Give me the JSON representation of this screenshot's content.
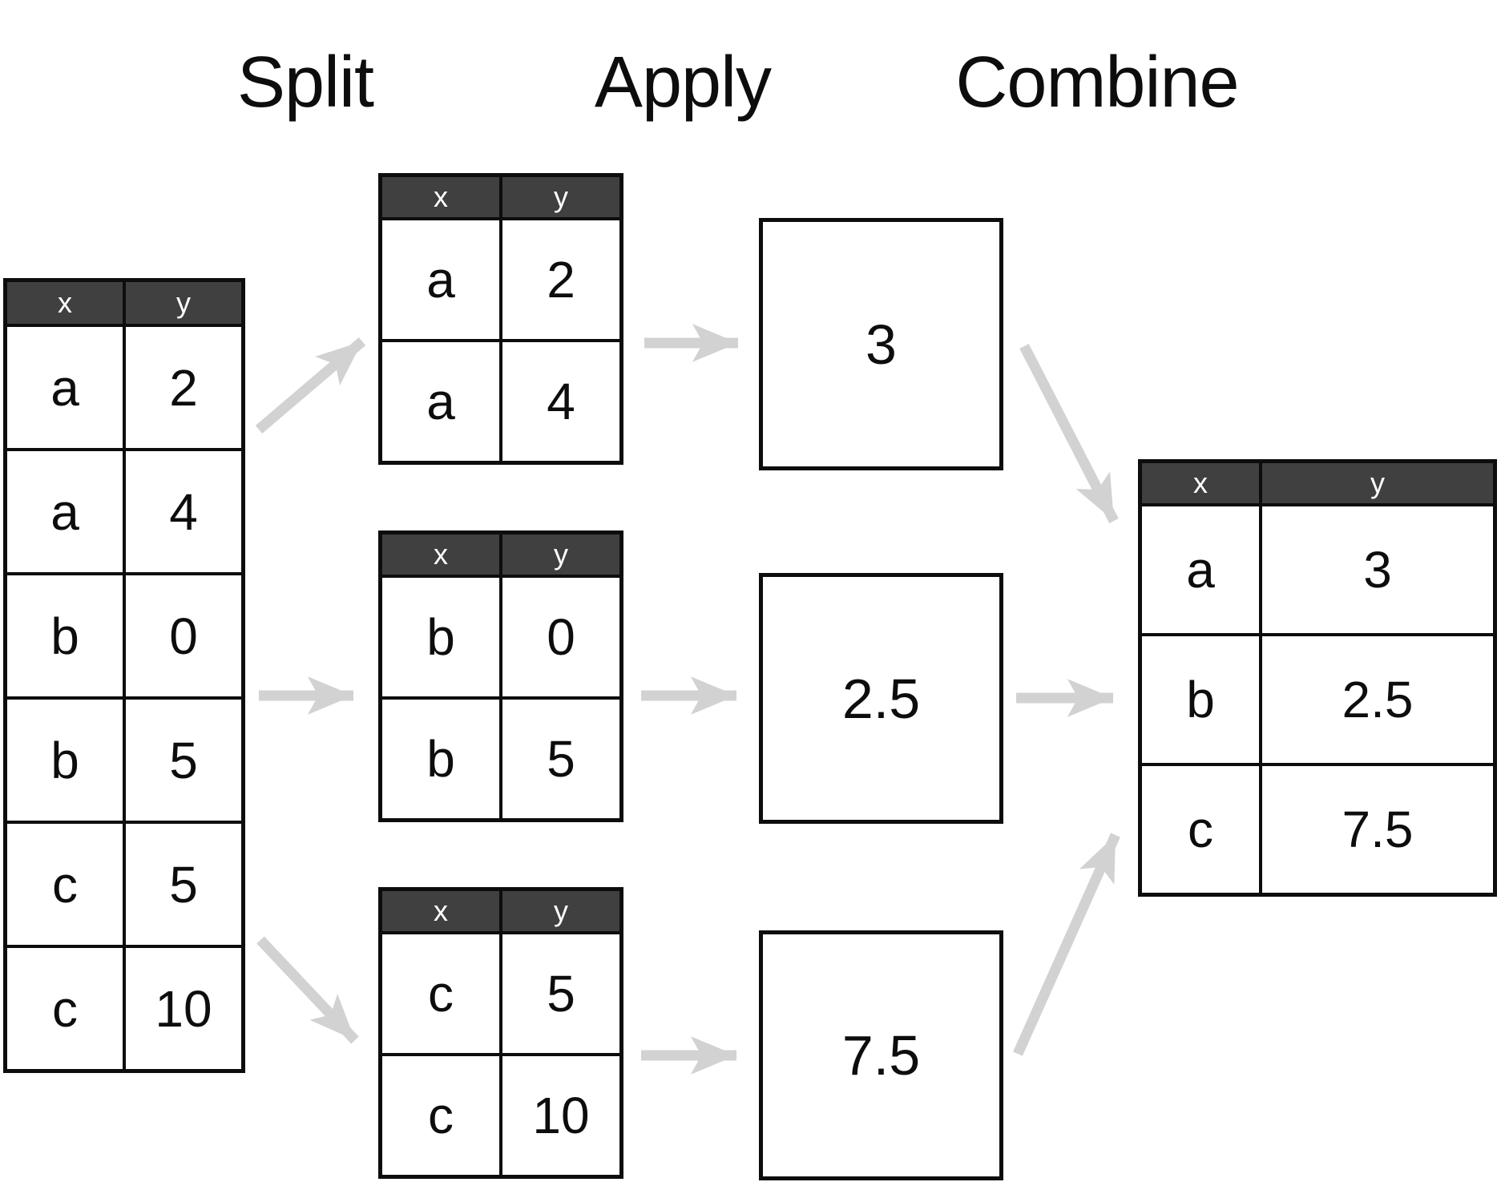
{
  "titles": {
    "split": "Split",
    "apply": "Apply",
    "combine": "Combine"
  },
  "source_table": {
    "headers": [
      "x",
      "y"
    ],
    "rows": [
      [
        "a",
        "2"
      ],
      [
        "a",
        "4"
      ],
      [
        "b",
        "0"
      ],
      [
        "b",
        "5"
      ],
      [
        "c",
        "5"
      ],
      [
        "c",
        "10"
      ]
    ]
  },
  "split_tables": [
    {
      "headers": [
        "x",
        "y"
      ],
      "rows": [
        [
          "a",
          "2"
        ],
        [
          "a",
          "4"
        ]
      ]
    },
    {
      "headers": [
        "x",
        "y"
      ],
      "rows": [
        [
          "b",
          "0"
        ],
        [
          "b",
          "5"
        ]
      ]
    },
    {
      "headers": [
        "x",
        "y"
      ],
      "rows": [
        [
          "c",
          "5"
        ],
        [
          "c",
          "10"
        ]
      ]
    }
  ],
  "apply_boxes": [
    {
      "value": "3"
    },
    {
      "value": "2.5"
    },
    {
      "value": "7.5"
    }
  ],
  "combined_table": {
    "headers": [
      "x",
      "y"
    ],
    "rows": [
      [
        "a",
        "3"
      ],
      [
        "b",
        "2.5"
      ],
      [
        "c",
        "7.5"
      ]
    ]
  },
  "colors": {
    "header_fill": "#404040",
    "border": "#0d0d0d",
    "arrow": "#d2d2d2",
    "text": "#0d0d0d"
  }
}
